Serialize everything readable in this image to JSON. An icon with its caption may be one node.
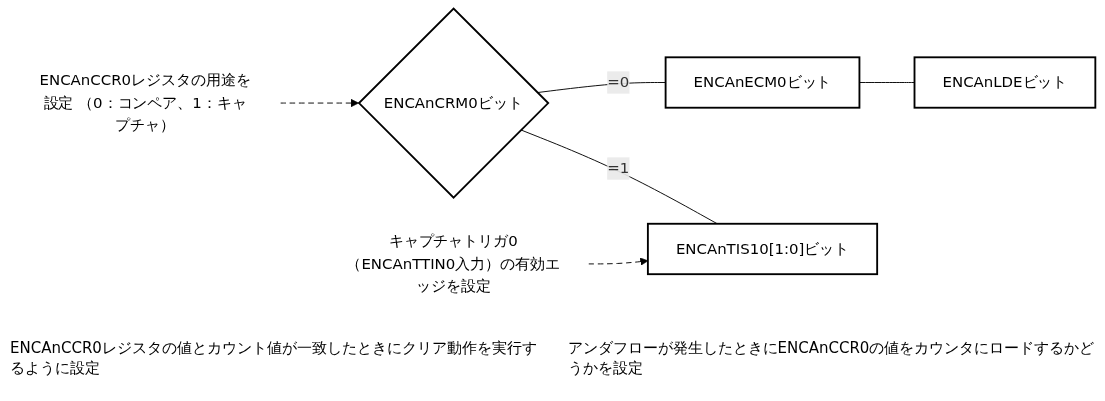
{
  "diagram": {
    "nodes": [
      {
        "text": [
          "ENCAnCRM0ビット"
        ]
      },
      {
        "text": [
          "ENCAnCCR0レジスタの用途を設定 （0：コンペア、1：キャプチャ）"
        ]
      },
      {
        "text": [
          "ENCAnECM0ビット"
        ]
      },
      {
        "text": [
          "ENCAnLDEビット"
        ]
      },
      {
        "text": [
          "ENCAnTIS10[1:0]ビット"
        ]
      },
      {
        "text": [
          "キャプチャトリガ0（ENCAnTTIN0入力）の有効エッジを設定"
        ]
      }
    ],
    "edges": [
      {
        "from": 0,
        "to": 2,
        "arrow": "none",
        "label": "=0"
      },
      {
        "from": 2,
        "to": 3,
        "arrow": "none"
      },
      {
        "from": 0,
        "to": 4,
        "arrow": "none",
        "label": "=1"
      },
      {
        "from": 1,
        "to": 0,
        "arrow": "to",
        "style": "dashed"
      },
      {
        "from": 5,
        "to": 4,
        "arrow": "to",
        "style": "dashed"
      }
    ],
    "labels": [
      "ENCAnCCR0レジスタの値とカウント値が一致したときにクリア動作を実行するように設定",
      "アンダフローが発生したときにENCAnCCR0の値をカウンタにロードするかどうかを設定"
    ]
  }
}
